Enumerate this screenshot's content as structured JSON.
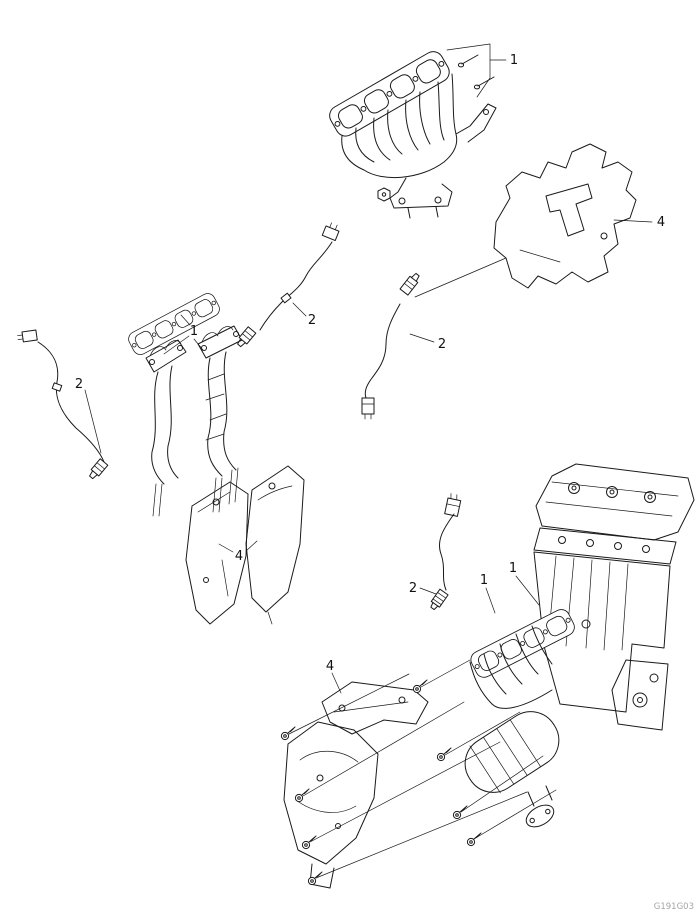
{
  "figure": {
    "id_code": "G191G03",
    "background_color": "#ffffff",
    "line_color": "#1a1a1a",
    "code_color": "#a6a6a6"
  },
  "callouts": [
    {
      "id": "callout-1-top",
      "label": "1"
    },
    {
      "id": "callout-4-top-shield",
      "label": "4"
    },
    {
      "id": "callout-1-mid",
      "label": "1"
    },
    {
      "id": "callout-2-mid-upper",
      "label": "2"
    },
    {
      "id": "callout-2-left",
      "label": "2"
    },
    {
      "id": "callout-2-mid-right",
      "label": "2"
    },
    {
      "id": "callout-4-mid-shields",
      "label": "4"
    },
    {
      "id": "callout-2-lower",
      "label": "2"
    },
    {
      "id": "callout-1-lower-a",
      "label": "1"
    },
    {
      "id": "callout-1-lower-b",
      "label": "1"
    },
    {
      "id": "callout-4-lower-shield",
      "label": "4"
    }
  ]
}
